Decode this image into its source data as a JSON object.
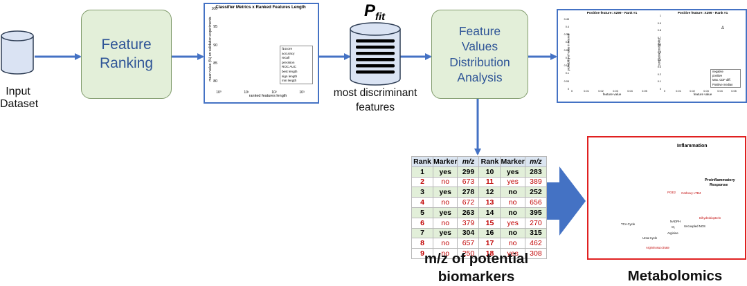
{
  "input": {
    "label_line1": "Input",
    "label_line2": "Dataset"
  },
  "feature_ranking": {
    "line1": "Feature",
    "line2": "Ranking"
  },
  "classifier_chart": {
    "title": "Classifier Metrics x Ranked Features Length",
    "ylabel": "mean value (%) on validation experiments",
    "xlabel": "ranked features length",
    "yticks": [
      "80",
      "85",
      "90",
      "95",
      "100"
    ],
    "xticks": [
      "10⁰",
      "10¹",
      "10²",
      "10³"
    ],
    "legend": [
      "f1score",
      "accuracy",
      "recall",
      "precision",
      "ROC AUC",
      "best length",
      "sign length",
      "min length"
    ],
    "colors": {
      "f1score": "#1f3ca6",
      "roc": "#d62728",
      "best": "#2ca02c",
      "sign": "#7f7fff"
    }
  },
  "pfit": {
    "symbol": "P",
    "subscript": "fit",
    "caption_line1": "most discriminant",
    "caption_line2": "features"
  },
  "fvda": {
    "line1": "Feature",
    "line2": "Values",
    "line3": "Distribution",
    "line4": "Analysis"
  },
  "hist_chart": {
    "title": "Positive feature: X299 - Rank #1",
    "xlabel": "feature value",
    "ylabel": "probability of value in interval",
    "yticks": [
      "0",
      "0.05",
      "0.1",
      "0.15",
      "0.2",
      "0.25",
      "0.3",
      "0.35",
      "0.4",
      "0.45"
    ],
    "xticks": [
      "0",
      "0.01",
      "0.02",
      "0.03",
      "0.04",
      "0.05"
    ],
    "colors": {
      "negative": "#d62728",
      "positive": "#2b2bb5"
    }
  },
  "cdf_chart": {
    "title": "Positive feature: X299 - Rank #1",
    "xlabel": "feature value",
    "ylabel": "cumulative probability",
    "annotation": "Δ",
    "yticks": [
      "0",
      "0.1",
      "0.2",
      "0.3",
      "0.4",
      "0.5",
      "0.6",
      "0.7",
      "0.8",
      "0.9",
      "1"
    ],
    "xticks": [
      "0",
      "0.01",
      "0.02",
      "0.03",
      "0.04",
      "0.05"
    ],
    "legend": [
      "negative",
      "positive",
      "Max. CDF diff.",
      "Positive median"
    ]
  },
  "rank_table": {
    "headers": [
      "Rank",
      "Marker",
      "m/z",
      "Rank",
      "Marker",
      "m/z"
    ],
    "rows": [
      {
        "cells": [
          "1",
          "yes",
          "299",
          "10",
          "yes",
          "283"
        ],
        "kind": "pos"
      },
      {
        "cells": [
          "2",
          "no",
          "673",
          "11",
          "yes",
          "389"
        ],
        "kind": "neg"
      },
      {
        "cells": [
          "3",
          "yes",
          "278",
          "12",
          "no",
          "252"
        ],
        "kind": "pos"
      },
      {
        "cells": [
          "4",
          "no",
          "672",
          "13",
          "no",
          "656"
        ],
        "kind": "neg"
      },
      {
        "cells": [
          "5",
          "yes",
          "263",
          "14",
          "no",
          "395"
        ],
        "kind": "pos"
      },
      {
        "cells": [
          "6",
          "no",
          "379",
          "15",
          "yes",
          "270"
        ],
        "kind": "neg"
      },
      {
        "cells": [
          "7",
          "yes",
          "304",
          "16",
          "no",
          "315"
        ],
        "kind": "pos"
      },
      {
        "cells": [
          "8",
          "no",
          "657",
          "17",
          "no",
          "462"
        ],
        "kind": "neg"
      },
      {
        "cells": [
          "9",
          "no",
          "250",
          "18",
          "yes",
          "308"
        ],
        "kind": "neg"
      }
    ]
  },
  "mz_caption": {
    "line1": "m/z of potential",
    "line2": "biomarkers"
  },
  "metabolomics": {
    "caption": "Metabolomics",
    "labels": {
      "inflammation": "Inflammation",
      "proinflammatory": "Proinflammatory",
      "response": "Response",
      "pge2": "PGE2",
      "carboxy": "Carboxy LTB4",
      "dihydrobiopterin": "Dihydrobiopterin",
      "tca": "TCA Cycle",
      "urea": "Urea Cycle",
      "argininosuccinate": "Argininosuccinate",
      "nadph": "NADPH",
      "o2": "O₂",
      "arginine": "Arginine",
      "nos": "Uncoupled NOS"
    }
  },
  "colors": {
    "arrow": "#4472c4",
    "big_arrow": "#4472c4",
    "process_fill": "#e3efd9",
    "process_text": "#2f5597",
    "cylinder": "#dae3f3",
    "metab_border": "#e02020"
  }
}
